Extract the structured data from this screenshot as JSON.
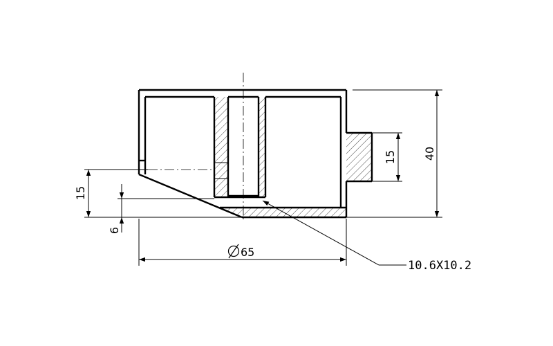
{
  "dimensions": {
    "diameter": {
      "symbol": "Ø",
      "value": "65"
    },
    "height_total": "40",
    "boss_height": "15",
    "left_height": "15",
    "left_offset": "6",
    "bore_callout": "10.6X10.2"
  }
}
